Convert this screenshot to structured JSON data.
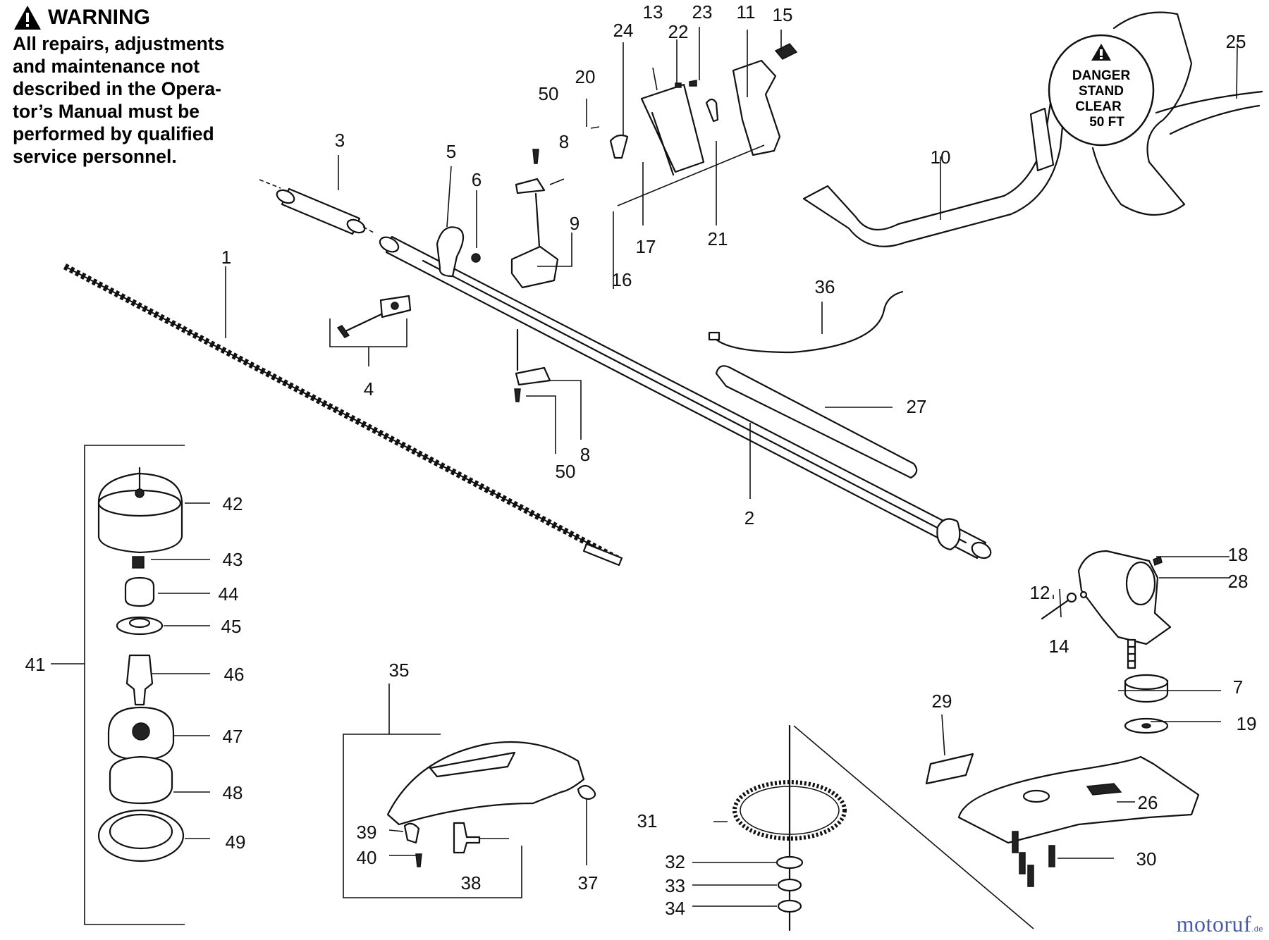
{
  "warning": {
    "title": "WARNING",
    "lines": [
      "All repairs, adjustments",
      "and maintenance not",
      "described in the Opera-",
      "tor’s Manual must be",
      "performed by qualified",
      "service personnel."
    ]
  },
  "danger_decal": {
    "lines": [
      "DANGER",
      "STAND",
      "CLEAR",
      "50 FT"
    ]
  },
  "callouts": [
    {
      "id": "c1",
      "text": "1"
    },
    {
      "id": "c2",
      "text": "2"
    },
    {
      "id": "c3",
      "text": "3"
    },
    {
      "id": "c4",
      "text": "4"
    },
    {
      "id": "c5",
      "text": "5"
    },
    {
      "id": "c6",
      "text": "6"
    },
    {
      "id": "c7",
      "text": "7"
    },
    {
      "id": "c8a",
      "text": "8"
    },
    {
      "id": "c8b",
      "text": "8"
    },
    {
      "id": "c9",
      "text": "9"
    },
    {
      "id": "c10",
      "text": "10"
    },
    {
      "id": "c11",
      "text": "11"
    },
    {
      "id": "c12",
      "text": "12"
    },
    {
      "id": "c13",
      "text": "13"
    },
    {
      "id": "c14",
      "text": "14"
    },
    {
      "id": "c15",
      "text": "15"
    },
    {
      "id": "c16",
      "text": "16"
    },
    {
      "id": "c17",
      "text": "17"
    },
    {
      "id": "c18",
      "text": "18"
    },
    {
      "id": "c19",
      "text": "19"
    },
    {
      "id": "c20",
      "text": "20"
    },
    {
      "id": "c21",
      "text": "21"
    },
    {
      "id": "c22",
      "text": "22"
    },
    {
      "id": "c23",
      "text": "23"
    },
    {
      "id": "c24",
      "text": "24"
    },
    {
      "id": "c25",
      "text": "25"
    },
    {
      "id": "c26",
      "text": "26"
    },
    {
      "id": "c27",
      "text": "27"
    },
    {
      "id": "c28",
      "text": "28"
    },
    {
      "id": "c29",
      "text": "29"
    },
    {
      "id": "c30",
      "text": "30"
    },
    {
      "id": "c31",
      "text": "31"
    },
    {
      "id": "c32",
      "text": "32"
    },
    {
      "id": "c33",
      "text": "33"
    },
    {
      "id": "c34",
      "text": "34"
    },
    {
      "id": "c35",
      "text": "35"
    },
    {
      "id": "c36",
      "text": "36"
    },
    {
      "id": "c37",
      "text": "37"
    },
    {
      "id": "c38",
      "text": "38"
    },
    {
      "id": "c39",
      "text": "39"
    },
    {
      "id": "c40",
      "text": "40"
    },
    {
      "id": "c41",
      "text": "41"
    },
    {
      "id": "c42",
      "text": "42"
    },
    {
      "id": "c43",
      "text": "43"
    },
    {
      "id": "c44",
      "text": "44"
    },
    {
      "id": "c45",
      "text": "45"
    },
    {
      "id": "c46",
      "text": "46"
    },
    {
      "id": "c47",
      "text": "47"
    },
    {
      "id": "c48",
      "text": "48"
    },
    {
      "id": "c49",
      "text": "49"
    },
    {
      "id": "c50a",
      "text": "50"
    },
    {
      "id": "c50b",
      "text": "50"
    }
  ],
  "brand": {
    "name": "motoruf",
    "suffix": ".de"
  }
}
